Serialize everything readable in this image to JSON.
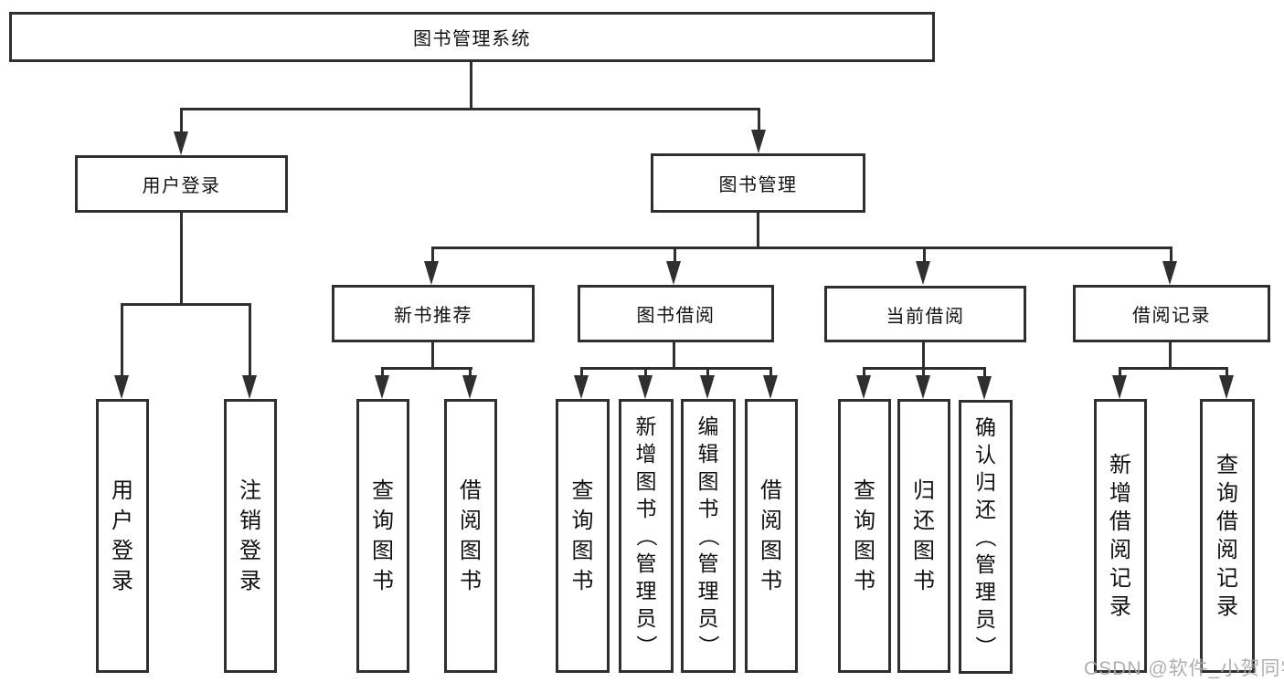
{
  "diagram": {
    "root": {
      "label": "图书管理系统"
    },
    "level2": {
      "user_login": {
        "label": "用户登录"
      },
      "book_mgmt": {
        "label": "图书管理"
      }
    },
    "level3": {
      "new_book_rec": {
        "label": "新书推荐"
      },
      "book_borrow": {
        "label": "图书借阅"
      },
      "current_borrow": {
        "label": "当前借阅"
      },
      "borrow_record": {
        "label": "借阅记录"
      }
    },
    "leaves": {
      "user_login_leaf": {
        "label": "用户登录"
      },
      "logout": {
        "label": "注销登录"
      },
      "rec_query_books": {
        "label": "查询图书"
      },
      "rec_borrow_books": {
        "label": "借阅图书"
      },
      "bb_query_books": {
        "label": "查询图书"
      },
      "bb_add_books": {
        "label": "新增图书（管理员）"
      },
      "bb_edit_books": {
        "label": "编辑图书（管理员）"
      },
      "bb_borrow_books": {
        "label": "借阅图书"
      },
      "cb_query_books": {
        "label": "查询图书"
      },
      "cb_return_books": {
        "label": "归还图书"
      },
      "cb_confirm_return": {
        "label": "确认归还（管理员）"
      },
      "br_add_record": {
        "label": "新增借阅记录"
      },
      "br_query_record": {
        "label": "查询借阅记录"
      }
    }
  },
  "watermark": {
    "text": "CSDN @软件_小贺同学"
  },
  "colors": {
    "line": "#2f2f2f",
    "text": "#111111",
    "watermark": "#a8a8a8",
    "background": "#ffffff"
  }
}
